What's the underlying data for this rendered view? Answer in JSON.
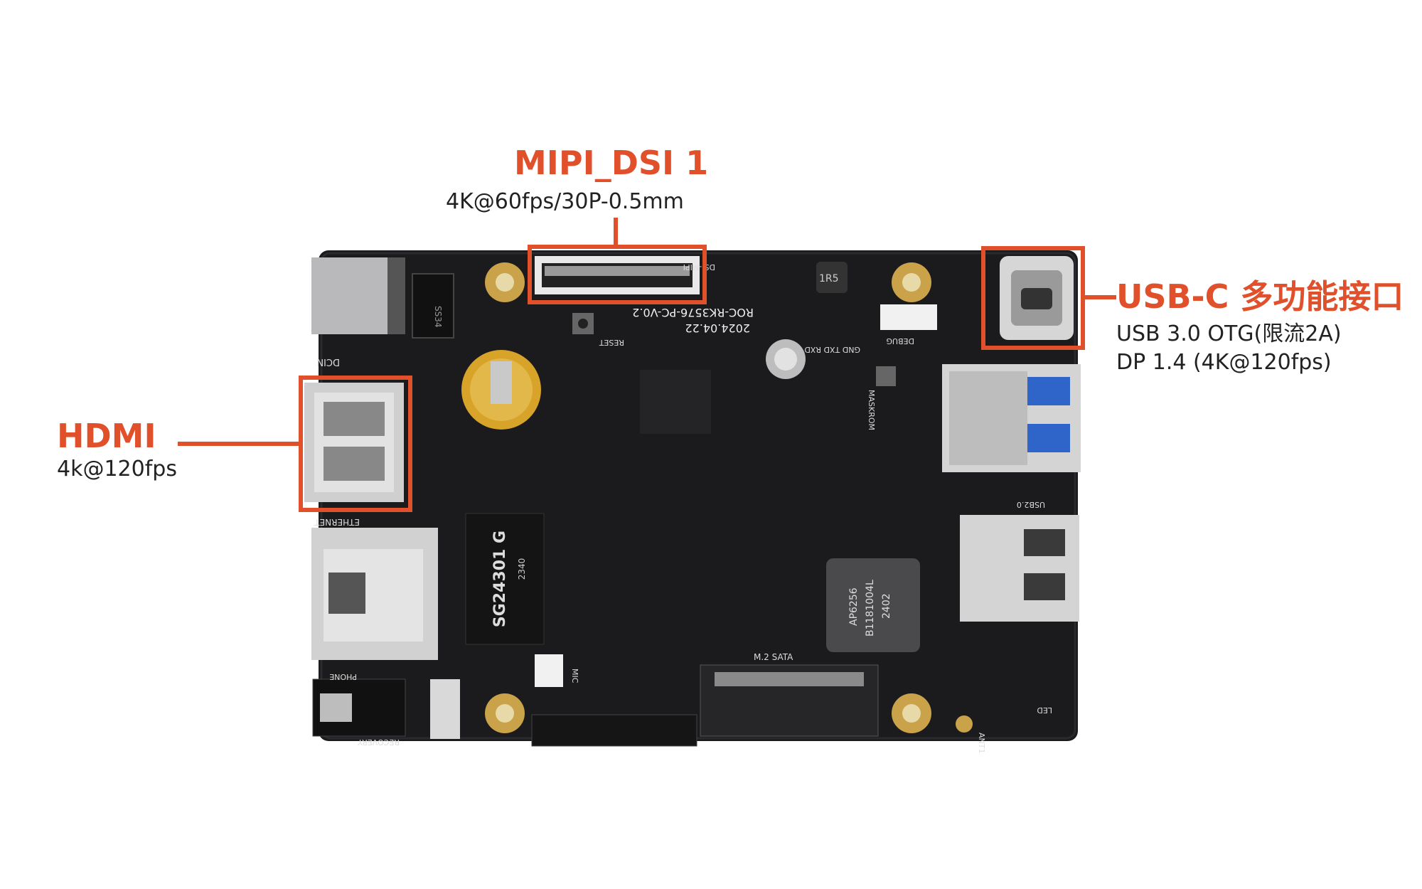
{
  "labels": {
    "mipi": {
      "title": "MIPI_DSI 1",
      "sub": "4K@60fps/30P-0.5mm"
    },
    "usbc": {
      "title": "USB-C 多功能接口",
      "sub1": "USB 3.0 OTG(限流2A)",
      "sub2": "DP 1.4 (4K@120fps)"
    },
    "hdmi": {
      "title": "HDMI",
      "sub": "4k@120fps"
    }
  },
  "silkscreen": {
    "board_name": "ROC-RK3576-PC-V0.2",
    "date": "2024.04.22",
    "ss34": "SS34",
    "inductor": "1R5",
    "dcin": "DCIN",
    "reset": "RESET",
    "debug": "DEBUG",
    "gnd_txd_rxd": "GND TXD RXD",
    "maskrom": "MASKROM",
    "ethernet": "ETHERNET",
    "phone": "PHONE",
    "recovery": "RECOVERY",
    "mic": "MIC",
    "m2_sata": "M.2 SATA",
    "usb20": "USB2.0",
    "ant1": "ANT1",
    "led": "LED",
    "transformer": "SG24301 G",
    "transformer_code": "2340",
    "wifi_chip_1": "AP6256",
    "wifi_chip_2": "B1181004L",
    "wifi_chip_3": "2402",
    "mipi_label": "DSI-MIPI"
  },
  "colors": {
    "accent": "#e0502b",
    "pcb": "#1b1b1d",
    "gold": "#c9a24a",
    "metal": "#c8c8c8"
  }
}
